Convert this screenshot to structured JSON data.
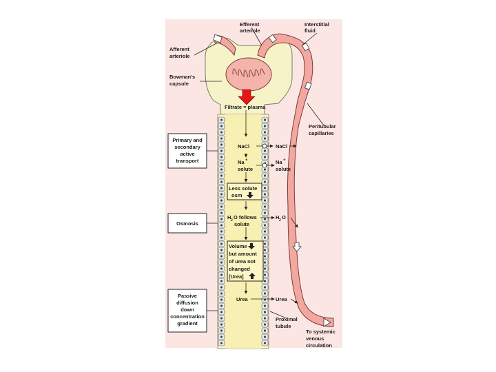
{
  "labels": {
    "efferent": "Efferent",
    "arteriole_1": "arteriole",
    "interstitial": "Interstitial",
    "fluid": "fluid",
    "afferent": "Afferent",
    "arteriole_2": "arteriole",
    "bowmans": "Bowman's",
    "capsule": "capsule",
    "filtrate": "Filtrate = plasma",
    "peritubular": "Peritubular",
    "capillaries": "capillaries",
    "proximal": "Proximal",
    "tubule": "tubule",
    "to_systemic": "To systemic",
    "venous": "venous",
    "circulation": "circulation"
  },
  "side_boxes": {
    "transport": [
      "Primary and",
      "secondary",
      "active",
      "transport"
    ],
    "osmosis": [
      "Osmosis"
    ],
    "diffusion": [
      "Passive",
      "diffusion",
      "down",
      "concentration",
      "gradient"
    ]
  },
  "tubule_text": {
    "nacl_in": "NaCl",
    "nacl_out": "NaCl",
    "na_in": "Na",
    "solute_in": "solute",
    "na_out": "Na",
    "solute_out": "solute",
    "plus": "+",
    "less_solute": "Less solute",
    "osm": "osm",
    "h2o_follows": "O follows",
    "h2o_h": "H",
    "h2o_2": "2",
    "solute_follow": "solute",
    "h2o_out_h": "H",
    "h2o_out_2": "2",
    "h2o_out_o": "O",
    "volume": "Volume",
    "but_amount": "but amount",
    "urea_not": "of urea not",
    "changed": "changed",
    "urea_conc": "[Urea]",
    "urea_in": "Urea",
    "urea_out": "Urea"
  },
  "colors": {
    "panel": "#fbe6e4",
    "vessel": "#f2a8a0",
    "vessel_edge": "#7a3a36",
    "tubule": "#fdf6c4",
    "capsule": "#f9f4c8",
    "arrow_red": "#e8141c"
  }
}
